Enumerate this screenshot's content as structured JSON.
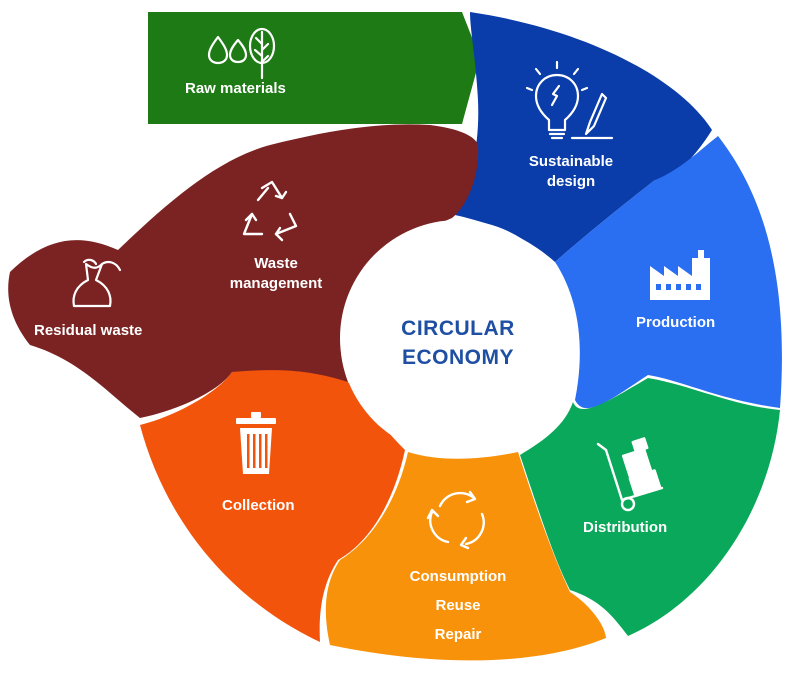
{
  "center": {
    "line1": "CIRCULAR",
    "line2": "ECONOMY"
  },
  "segments": [
    {
      "key": "raw",
      "label": "Raw materials",
      "color": "#1e7a14",
      "icon": "water-drops-and-tree-icon"
    },
    {
      "key": "design",
      "line1": "Sustainable",
      "line2": "design",
      "color": "#0a3caa",
      "icon": "lightbulb-and-pencil-icon"
    },
    {
      "key": "production",
      "label": "Production",
      "color": "#2a6ef2",
      "icon": "factory-icon"
    },
    {
      "key": "distribution",
      "label": "Distribution",
      "color": "#0aa85a",
      "icon": "hand-truck-boxes-icon"
    },
    {
      "key": "consumption",
      "line1": "Consumption",
      "line2": "Reuse",
      "line3": "Repair",
      "color": "#f7920a",
      "icon": "circular-arrows-icon"
    },
    {
      "key": "collection",
      "label": "Collection",
      "color": "#f2540c",
      "icon": "trash-bin-icon"
    },
    {
      "key": "waste",
      "line1": "Waste",
      "line2": "management",
      "color": "#7b2323",
      "icon": "recycle-icon"
    },
    {
      "key": "residual",
      "label": "Residual waste",
      "color": "#7b2323",
      "icon": "garbage-bag-icon"
    }
  ]
}
